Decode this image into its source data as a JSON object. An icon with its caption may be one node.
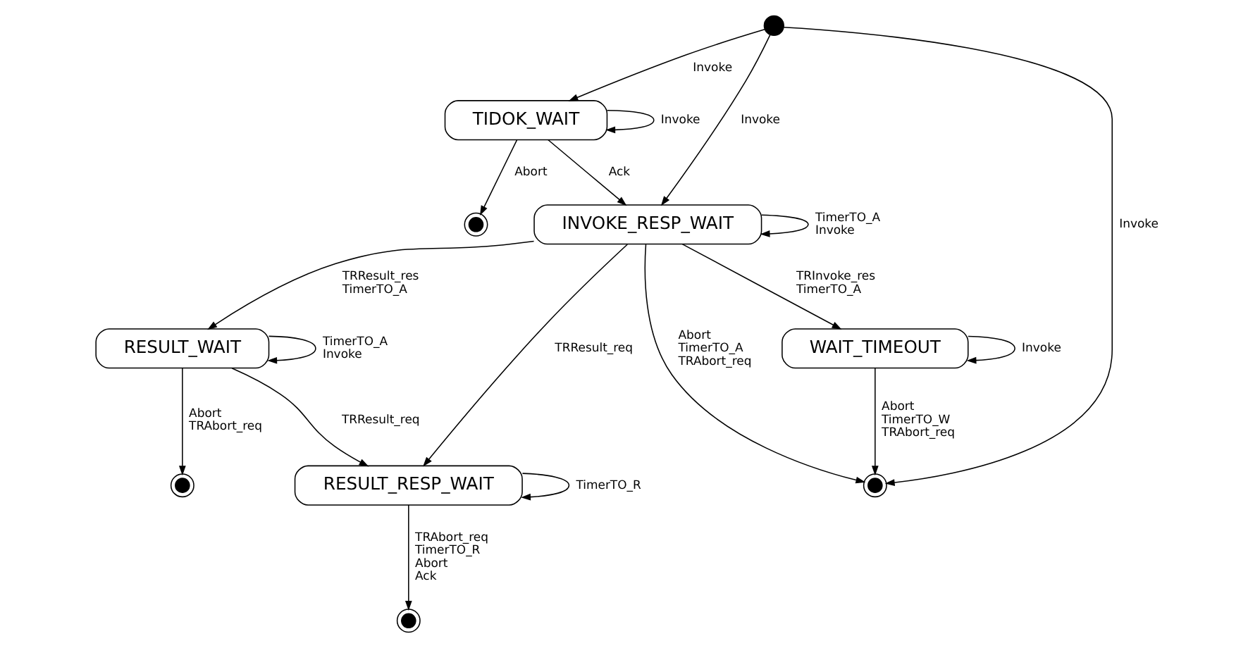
{
  "diagram": {
    "nodes": [
      {
        "text": [],
        "shape": "circle"
      },
      {
        "text": [],
        "shape": "circle"
      },
      {
        "text": [
          "TIDOK_WAIT"
        ]
      },
      {
        "text": [],
        "shape": "circle"
      },
      {
        "text": [
          "INVOKE_RESP_WAIT"
        ]
      },
      {
        "text": [
          "RESULT_WAIT"
        ]
      },
      {
        "text": [
          "RESULT_RESP_WAIT"
        ]
      },
      {
        "text": [],
        "shape": "circle"
      },
      {
        "text": [
          "WAIT_TIMEOUT"
        ]
      },
      {
        "text": [],
        "shape": "circle"
      }
    ],
    "edges": [
      {
        "from": 2,
        "to": 0,
        "arrow": "to",
        "label": "Abort"
      },
      {
        "from": 2,
        "to": 2,
        "arrow": "to",
        "label": "Invoke"
      },
      {
        "from": 1,
        "to": 2,
        "arrow": "to",
        "label": "Invoke"
      },
      {
        "from": 1,
        "to": 7,
        "arrow": "to",
        "label": "Invoke"
      },
      {
        "from": 1,
        "to": 4,
        "arrow": "to",
        "label": "Invoke"
      },
      {
        "from": 2,
        "to": 4,
        "arrow": "to",
        "label": "Ack"
      },
      {
        "from": 4,
        "to": 4,
        "arrow": "to",
        "label": "TimerTO_A Invoke"
      },
      {
        "from": 4,
        "to": 5,
        "arrow": "to",
        "label": "TRResult_res TimerTO_A"
      },
      {
        "from": 5,
        "to": 5,
        "arrow": "to",
        "label": "TimerTO_A Invoke"
      },
      {
        "from": 5,
        "to": 3,
        "arrow": "to",
        "label": "Abort TRAbort_req"
      },
      {
        "from": 4,
        "to": 7,
        "arrow": "to",
        "label": "Abort TimerTO_A TRAbort_req"
      },
      {
        "from": 4,
        "to": 8,
        "arrow": "to",
        "label": "TRInvoke_res TimerTO_A"
      },
      {
        "from": 4,
        "to": 6,
        "arrow": "to",
        "label": "TRResult_req"
      },
      {
        "from": 5,
        "to": 6,
        "arrow": "to",
        "label": "TRResult_req"
      },
      {
        "from": 8,
        "to": 7,
        "arrow": "to",
        "label": "Abort TimerTO_W TRAbort_req"
      },
      {
        "from": 8,
        "to": 8,
        "arrow": "to",
        "label": "Invoke"
      },
      {
        "from": 6,
        "to": 6,
        "arrow": "to",
        "label": "TimerTO_R"
      },
      {
        "from": 6,
        "to": 9,
        "arrow": "to",
        "label": "TRAbort_req TimerTO_R Abort Ack"
      }
    ]
  }
}
